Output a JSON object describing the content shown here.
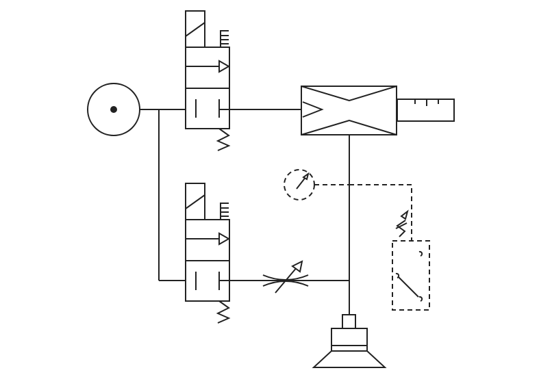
{
  "diagram": {
    "colors": {
      "ink": "#222222",
      "background": "#ffffff"
    },
    "components": [
      {
        "id": "vacuum-source",
        "icon": "vacuum-pump-icon"
      },
      {
        "id": "upper-valve",
        "icon": "solenoid-valve-icon"
      },
      {
        "id": "lower-valve",
        "icon": "solenoid-valve-icon"
      },
      {
        "id": "vacuum-ejector",
        "icon": "ejector-icon"
      },
      {
        "id": "silencer",
        "icon": "silencer-icon"
      },
      {
        "id": "flow-control",
        "icon": "throttle-valve-icon"
      },
      {
        "id": "vacuum-gauge",
        "icon": "gauge-icon"
      },
      {
        "id": "vacuum-switch",
        "icon": "pressure-switch-icon"
      },
      {
        "id": "suction-cup",
        "icon": "suction-cup-icon"
      }
    ]
  }
}
